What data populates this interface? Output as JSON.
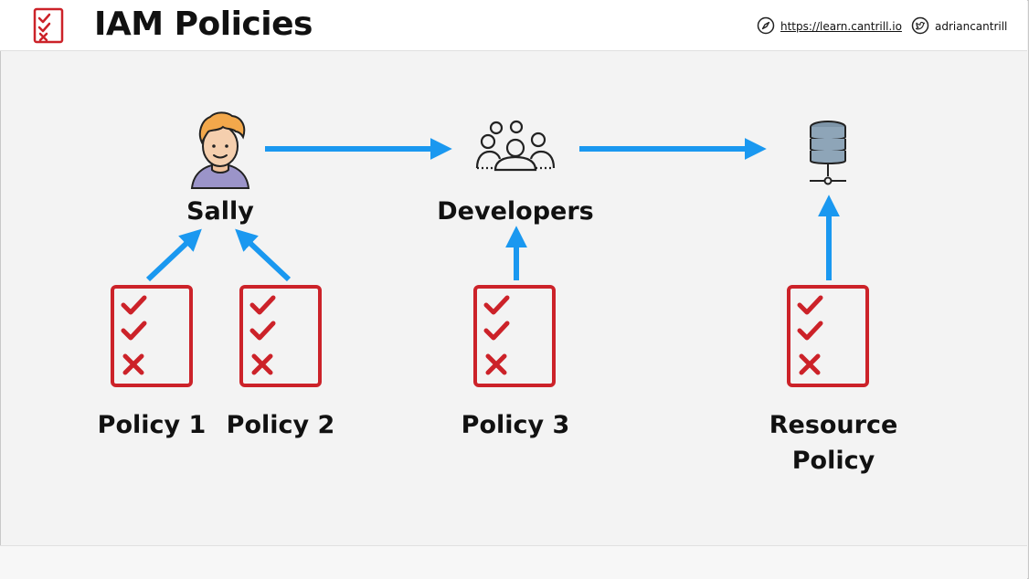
{
  "header": {
    "title": "IAM Policies",
    "url": "https://learn.cantrill.io",
    "twitter": "adriancantrill",
    "icons": [
      "checklist-icon",
      "compass-icon",
      "twitter-icon"
    ]
  },
  "diagram": {
    "nodes": {
      "sally": {
        "label": "Sally",
        "icon": "user-avatar-icon"
      },
      "developers": {
        "label": "Developers",
        "icon": "group-icon"
      },
      "resource": {
        "label": "",
        "icon": "database-icon"
      }
    },
    "policies": [
      {
        "label": "Policy 1"
      },
      {
        "label": "Policy 2"
      },
      {
        "label": "Policy 3"
      },
      {
        "label_line1": "Resource",
        "label_line2": "Policy"
      }
    ],
    "colors": {
      "arrow": "#1a98f0",
      "policy_red": "#cc2229"
    }
  }
}
